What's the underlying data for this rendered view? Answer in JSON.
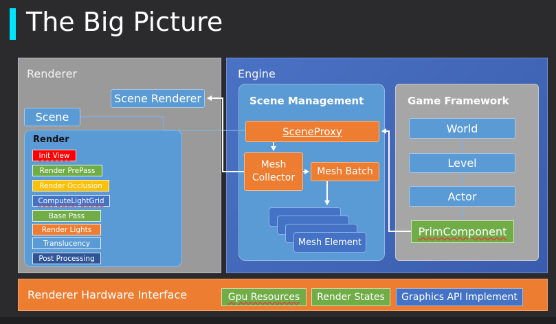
{
  "title": "The Big Picture",
  "colors": {
    "accent": "#00e5ff",
    "renderer_panel": "#9a9a9a",
    "engine_panel": "#4a72c4",
    "blue_box": "#5b9bd5",
    "orange_box": "#ed7d31",
    "green_box": "#70ad47",
    "navy_box": "#4472c4"
  },
  "renderer": {
    "label": "Renderer",
    "scene_renderer": "Scene Renderer",
    "scene": "Scene",
    "render": {
      "title": "Render",
      "steps": [
        {
          "label": "Init View",
          "color": "#ff0000"
        },
        {
          "label": "Render PrePass",
          "color": "#70ad47"
        },
        {
          "label": "Render Occlusion",
          "color": "#ffc000"
        },
        {
          "label": "ComputeLightGrid",
          "color": "#4472c4"
        },
        {
          "label": "Base Pass",
          "color": "#70ad47"
        },
        {
          "label": "Render Lights",
          "color": "#ed7d31"
        },
        {
          "label": "Translucency",
          "color": "#5b9bd5"
        },
        {
          "label": "Post Processing",
          "color": "#2f5597"
        }
      ]
    }
  },
  "engine": {
    "label": "Engine",
    "scene_management": {
      "title": "Scene Management",
      "scene_proxy": "SceneProxy",
      "mesh_collector": "Mesh Collector",
      "mesh_batch": "Mesh Batch",
      "mesh_element": "Mesh Element"
    },
    "game_framework": {
      "title": "Game Framework",
      "world": "World",
      "level": "Level",
      "actor": "Actor",
      "prim_component": "PrimComponent"
    }
  },
  "rhi": {
    "label": "Renderer Hardware Interface",
    "gpu_resources": "Gpu Resources",
    "render_states": "Render States",
    "graphics_api": "Graphics API Implement"
  }
}
